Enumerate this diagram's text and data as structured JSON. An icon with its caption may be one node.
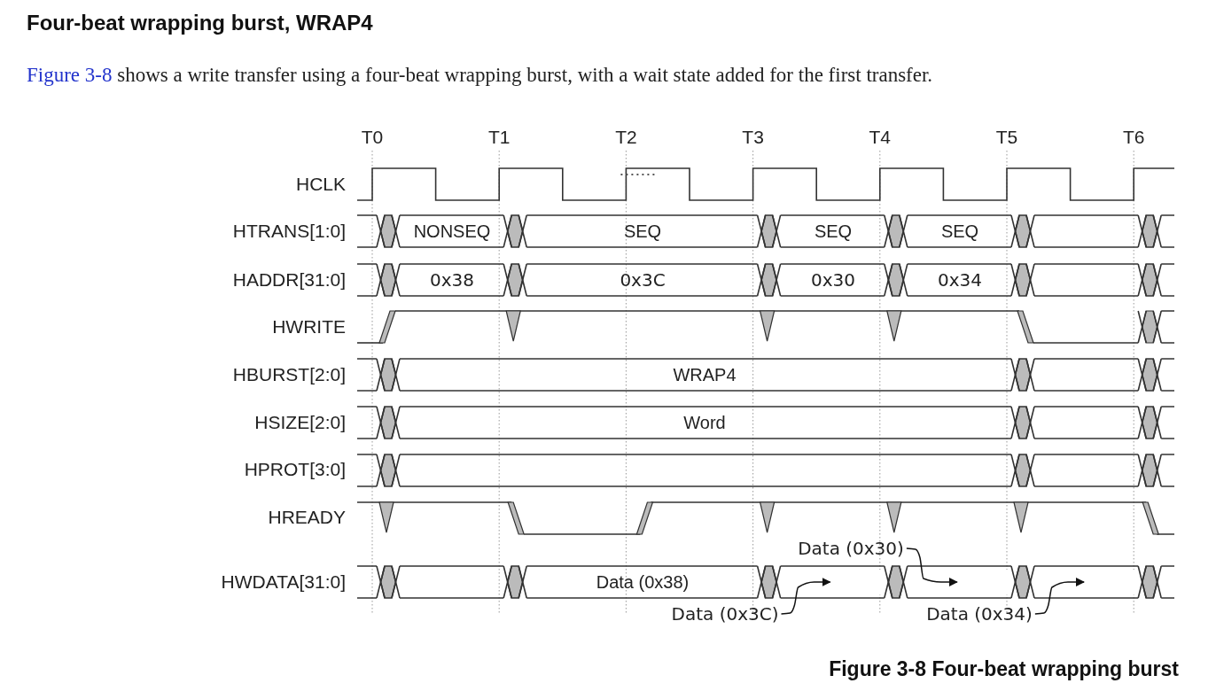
{
  "diagram": {
    "title": "Four-beat wrapping burst, WRAP4",
    "caption": "Figure 3-8 Four-beat wrapping burst",
    "nodes": [
      {
        "text": [
          "Data (0x30)"
        ]
      },
      {
        "text": [
          "Data (0x3C)"
        ]
      },
      {
        "text": [
          "Data (0x34)"
        ]
      },
      {
        "text": [],
        "shape": "box"
      },
      {
        "text": [],
        "shape": "box"
      },
      {
        "text": [],
        "shape": "box"
      }
    ],
    "edges": [
      {
        "from": 0,
        "to": 4,
        "arrow": "to"
      },
      {
        "from": 1,
        "to": 3,
        "arrow": "to"
      },
      {
        "from": 2,
        "to": 5,
        "arrow": "to"
      }
    ],
    "labels": [
      "Figure 3-8",
      "shows a write transfer using a four-beat wrapping burst, with a wait state added for the first transfer.",
      "T0",
      "T1",
      "T2",
      "T3",
      "T4",
      "T5",
      "T6",
      "HCLK",
      "HTRANS[1:0]",
      "NONSEQ",
      "SEQ",
      "SEQ",
      "SEQ",
      "HADDR[31:0]",
      "0x38",
      "0x3C",
      "0x30",
      "0x34",
      "HWRITE",
      "HBURST[2:0]",
      "WRAP4",
      "HSIZE[2:0]",
      "Word",
      "HPROT[3:0]",
      "HREADY",
      "HWDATA[31:0]",
      "Data (0x38)"
    ]
  }
}
